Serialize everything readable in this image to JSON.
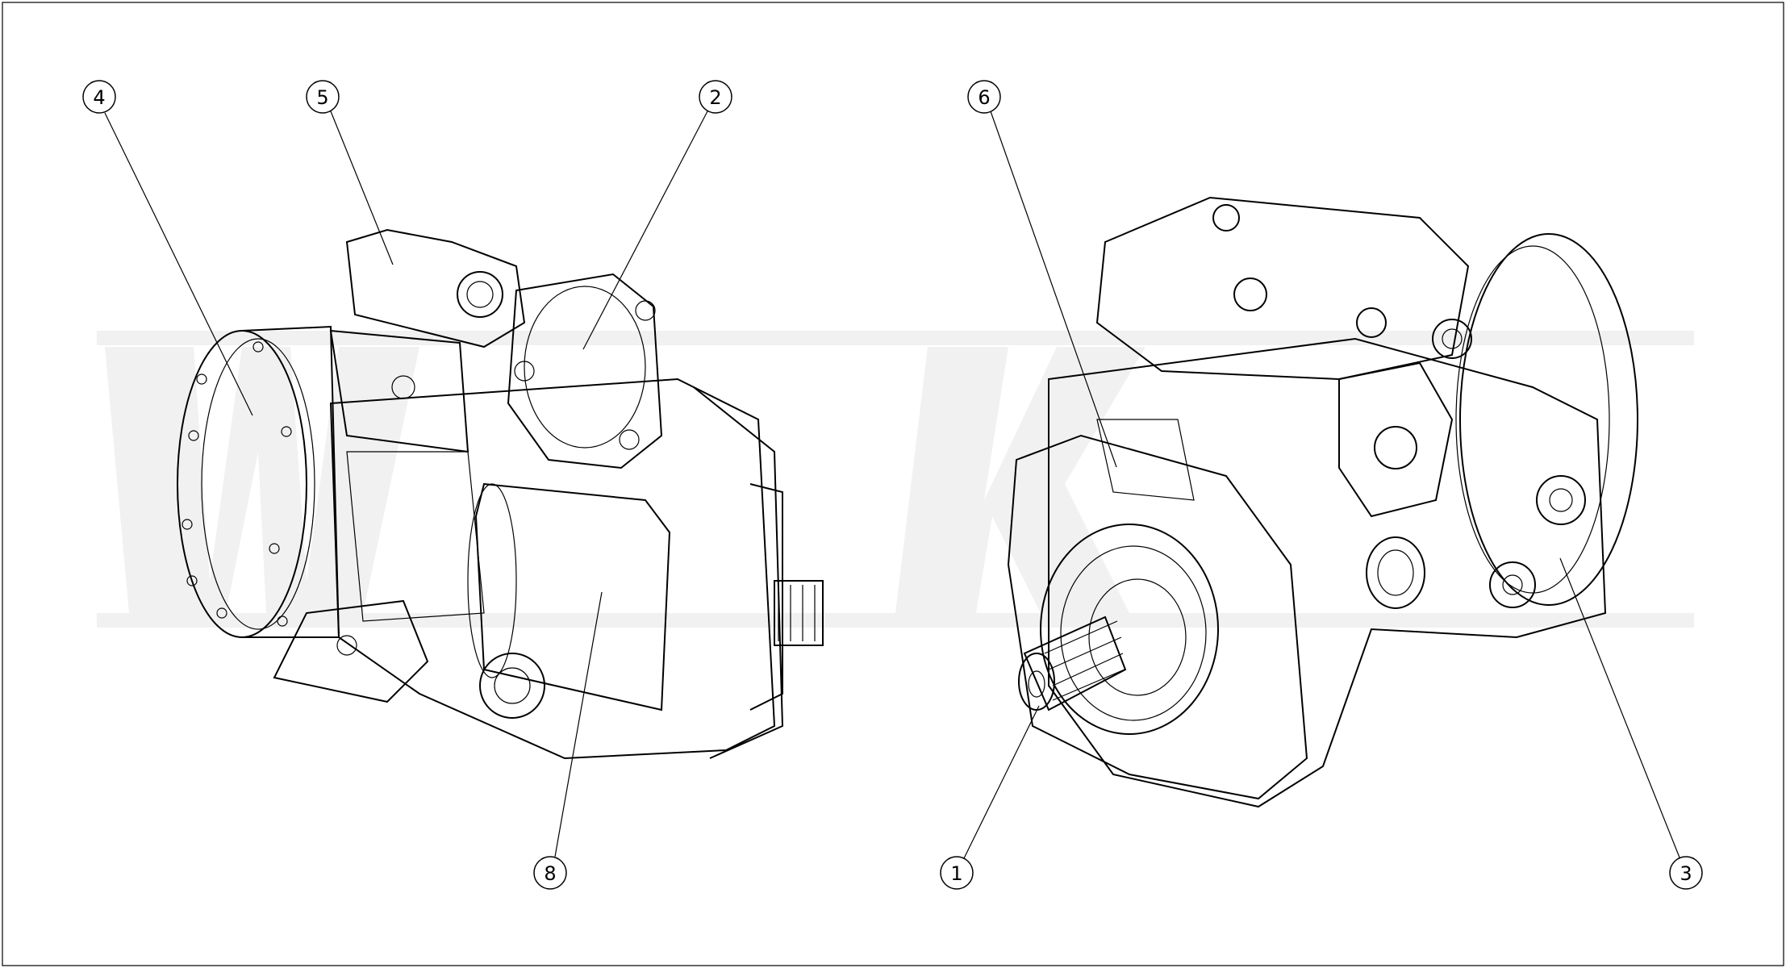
{
  "diagram": {
    "type": "exploded part callout drawing",
    "callouts": [
      {
        "label": "4"
      },
      {
        "label": "5"
      },
      {
        "label": "2"
      },
      {
        "label": "6"
      },
      {
        "label": "8"
      },
      {
        "label": "1"
      },
      {
        "label": "3"
      }
    ],
    "colors": {
      "line": "#000000",
      "background": "#ffffff",
      "watermark": "#f1f1f1"
    }
  }
}
